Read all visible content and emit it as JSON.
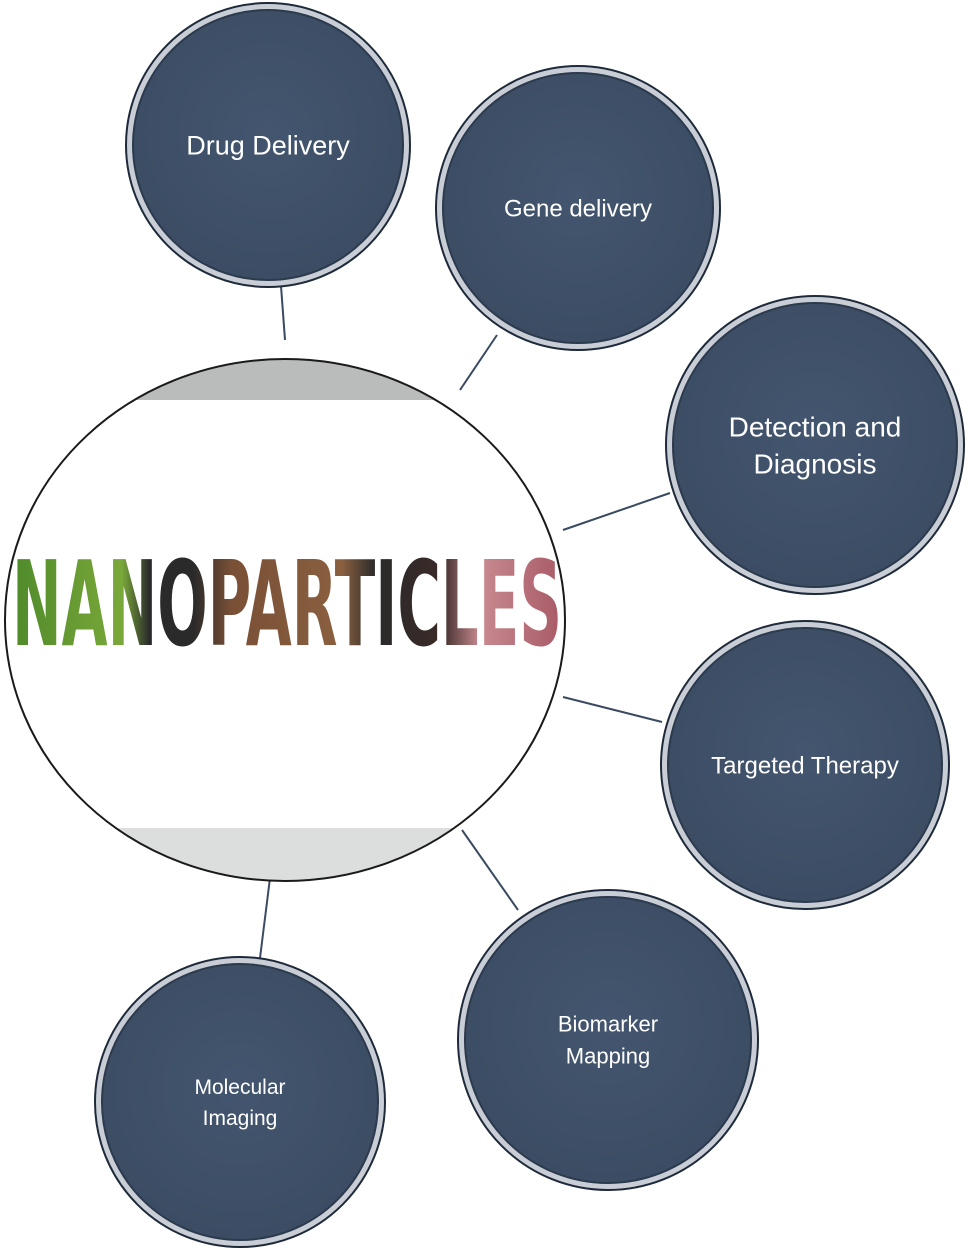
{
  "center": {
    "title": "NANOPARTICLES"
  },
  "nodes": [
    {
      "id": "drug-delivery",
      "lines": [
        "Drug Delivery"
      ]
    },
    {
      "id": "gene-delivery",
      "lines": [
        "Gene delivery"
      ]
    },
    {
      "id": "detection-diagnosis",
      "lines": [
        "Detection and",
        "Diagnosis"
      ]
    },
    {
      "id": "targeted-therapy",
      "lines": [
        "Targeted Therapy"
      ]
    },
    {
      "id": "biomarker-mapping",
      "lines": [
        "Biomarker",
        "Mapping"
      ]
    },
    {
      "id": "molecular-imaging",
      "lines": [
        "Molecular",
        "Imaging"
      ]
    }
  ],
  "colors": {
    "node_fill": "#3f5068",
    "node_rim": "#c9ced6",
    "connector": "#3a4a60",
    "band": "#b9bcbb"
  }
}
